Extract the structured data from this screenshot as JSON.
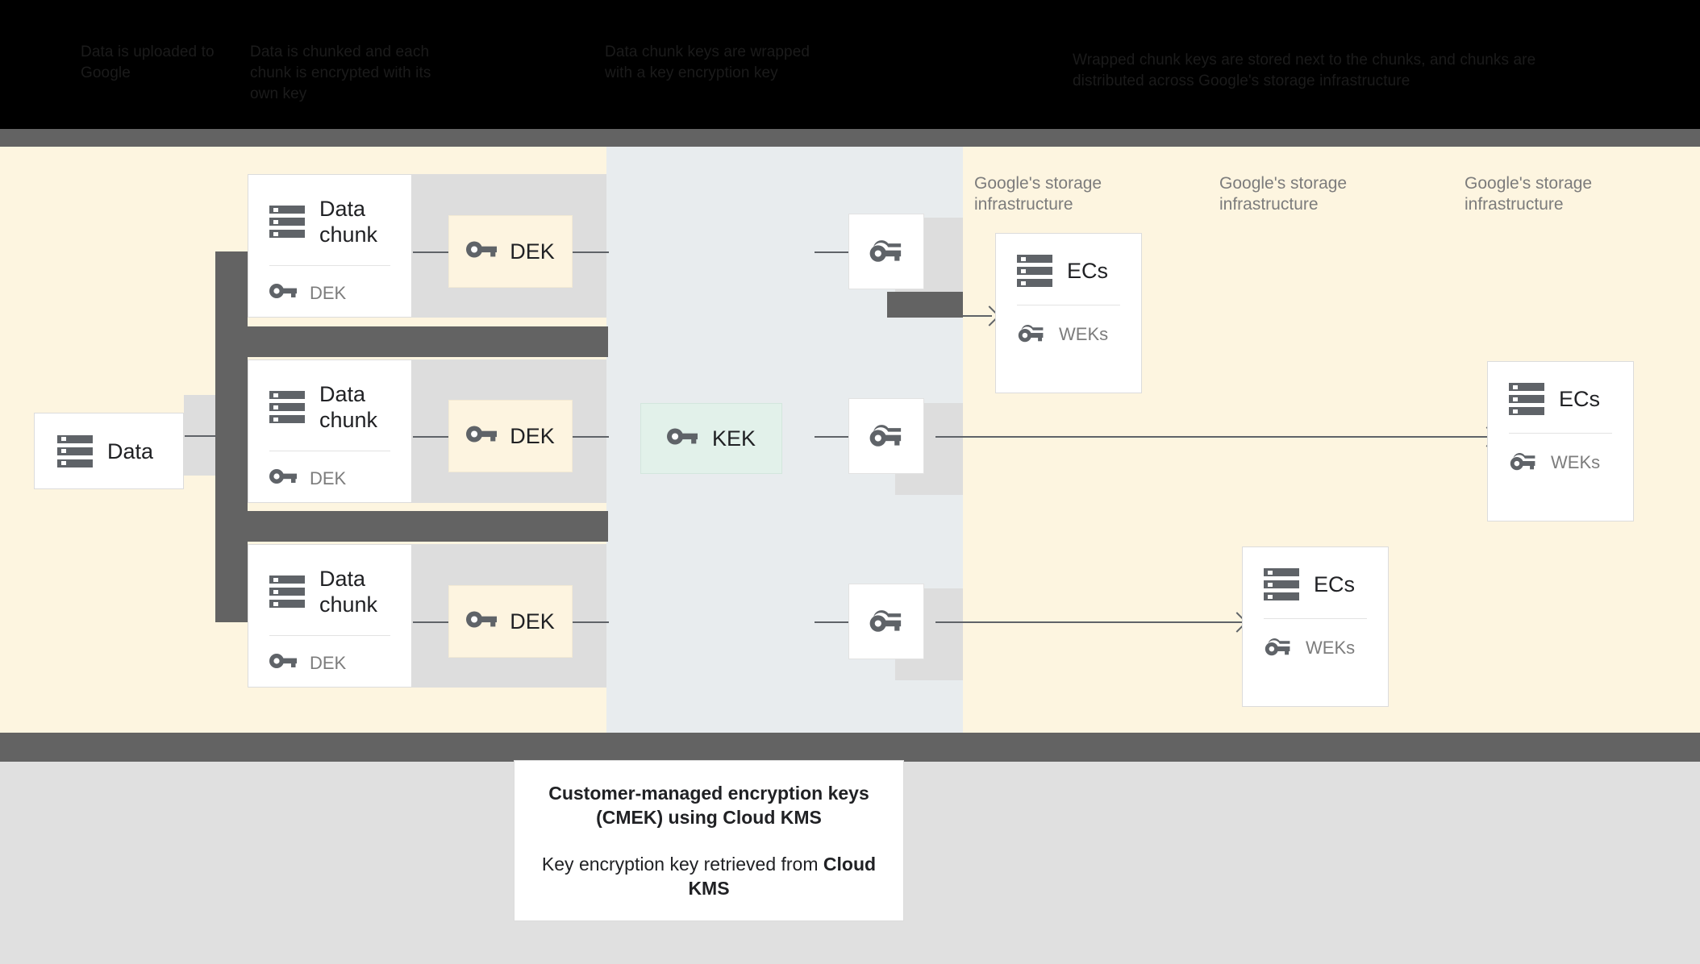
{
  "header": {
    "columns": [
      {
        "id": "col-1",
        "text": "Data is uploaded to Google"
      },
      {
        "id": "col-2",
        "text": "Data is chunked and each chunk is encrypted with its own key"
      },
      {
        "id": "col-3",
        "text": "Data chunk keys are wrapped with a key encryption key"
      },
      {
        "id": "col-4",
        "text": "Wrapped chunk keys are stored next to the chunks, and chunks are distributed across Google's storage infrastructure"
      }
    ]
  },
  "bands": {
    "yellow_left_color": "#fdf5e0",
    "blue_color": "#e8ecee",
    "yellow_right_color": "#fdf5e0",
    "mask_color": "#636363",
    "accent_kek_color": "#e2f1ea",
    "accent_dek_color": "#fdf4e0"
  },
  "data_card": {
    "title": "Data",
    "icon": "database-icon"
  },
  "chunks": [
    {
      "title": "Data chunk",
      "key_label": "DEK",
      "icon": "database-icon",
      "key_icon": "key-icon"
    },
    {
      "title": "Data chunk",
      "key_label": "DEK",
      "icon": "database-icon",
      "key_icon": "key-icon"
    },
    {
      "title": "Data chunk",
      "key_label": "DEK",
      "icon": "database-icon",
      "key_icon": "key-icon"
    }
  ],
  "dek_boxes": [
    {
      "label": "DEK",
      "icon": "key-icon"
    },
    {
      "label": "DEK",
      "icon": "key-icon"
    },
    {
      "label": "DEK",
      "icon": "key-icon"
    }
  ],
  "kek_box": {
    "label": "KEK",
    "icon": "key-icon"
  },
  "wrapped_keys": [
    {
      "icon": "wrapped-key-icon"
    },
    {
      "icon": "wrapped-key-icon"
    },
    {
      "icon": "wrapped-key-icon"
    }
  ],
  "ecs_cards": [
    {
      "title": "ECs",
      "key_label": "WEKs",
      "icon": "database-icon",
      "key_icon": "wrapped-key-icon"
    },
    {
      "title": "ECs",
      "key_label": "WEKs",
      "icon": "database-icon",
      "key_icon": "wrapped-key-icon"
    },
    {
      "title": "ECs",
      "key_label": "WEKs",
      "icon": "database-icon",
      "key_icon": "wrapped-key-icon"
    }
  ],
  "infra_labels": [
    "Google's storage infrastructure",
    "Google's storage infrastructure",
    "Google's storage infrastructure"
  ],
  "caption": {
    "title": "Customer-managed encryption keys (CMEK) using Cloud KMS",
    "subtitle_prefix": "Key encryption key retrieved from ",
    "subtitle_strong": "Cloud KMS"
  }
}
